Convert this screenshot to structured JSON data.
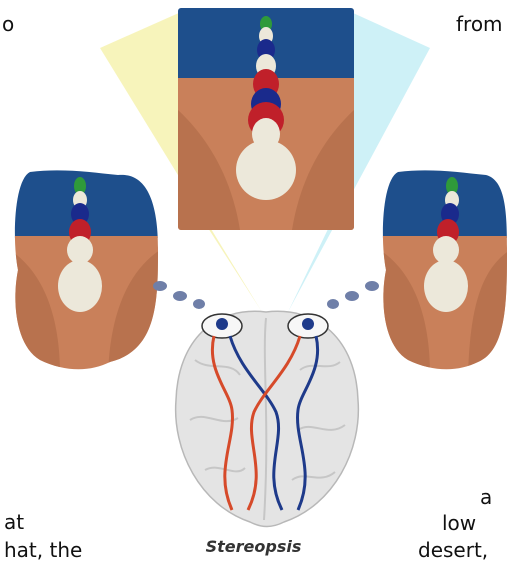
{
  "caption": "Stereopsis",
  "text_fragments": {
    "top_left": "o",
    "top_right": "from",
    "lower_left_1": "at",
    "lower_left_2": "hat, the",
    "right_1": "a",
    "right_2": "low",
    "right_3": "desert,"
  },
  "colors": {
    "sky": "#1e4f8c",
    "ground": "#c9805a",
    "pin_red": "#c0202a",
    "pin_blue": "#1a2a8c",
    "pin_green": "#2f9a3a",
    "ball": "#ece8da",
    "cone_left": "#f6f3b4",
    "cone_right": "#c9f0f6",
    "brain": "#e4e4e4",
    "pathway_red": "#d64a2a",
    "pathway_blue": "#1e3a8a"
  }
}
